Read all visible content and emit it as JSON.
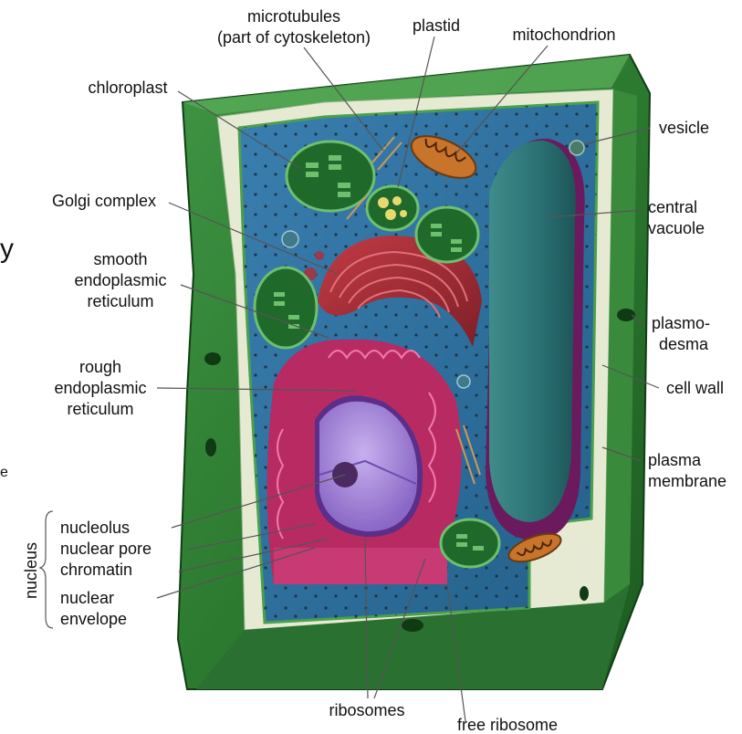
{
  "labels": {
    "microtubules_line1": "microtubules",
    "microtubules_line2": "(part of cytoskeleton)",
    "plastid": "plastid",
    "mitochondrion": "mitochondrion",
    "chloroplast": "chloroplast",
    "vesicle": "vesicle",
    "golgi_complex": "Golgi complex",
    "central_vacuole_line1": "central",
    "central_vacuole_line2": "vacuole",
    "smooth_er_line1": "smooth",
    "smooth_er_line2": "endoplasmic",
    "smooth_er_line3": "reticulum",
    "plasmodesma_line1": "plasmo-",
    "plasmodesma_line2": "desma",
    "rough_er_line1": "rough",
    "rough_er_line2": "endoplasmic",
    "rough_er_line3": "reticulum",
    "cell_wall": "cell wall",
    "plasma_membrane_line1": "plasma",
    "plasma_membrane_line2": "membrane",
    "nucleus": "nucleus",
    "nucleolus": "nucleolus",
    "nuclear_pore": "nuclear pore",
    "chromatin": "chromatin",
    "nuclear_envelope_line1": "nuclear",
    "nuclear_envelope_line2": "envelope",
    "ribosomes": "ribosomes",
    "free_ribosome": "free ribosome",
    "edge_fragment_1": "y",
    "edge_fragment_2": "e"
  },
  "colors": {
    "cell_wall_dark": "#1e5e24",
    "cell_wall_mid": "#2f7d33",
    "cell_wall_light": "#4aa04c",
    "wall_inner_cream": "#eef0d8",
    "cytoplasm": "#2f6f9c",
    "vacuole": "#2f7a7a",
    "vacuole_rim": "#7a1f6e",
    "golgi": "#a8323a",
    "rough_er": "#c8326a",
    "nucleus": "#8a6ac8",
    "chloroplast": "#2f8a3e",
    "mitochondrion": "#c8742a"
  }
}
